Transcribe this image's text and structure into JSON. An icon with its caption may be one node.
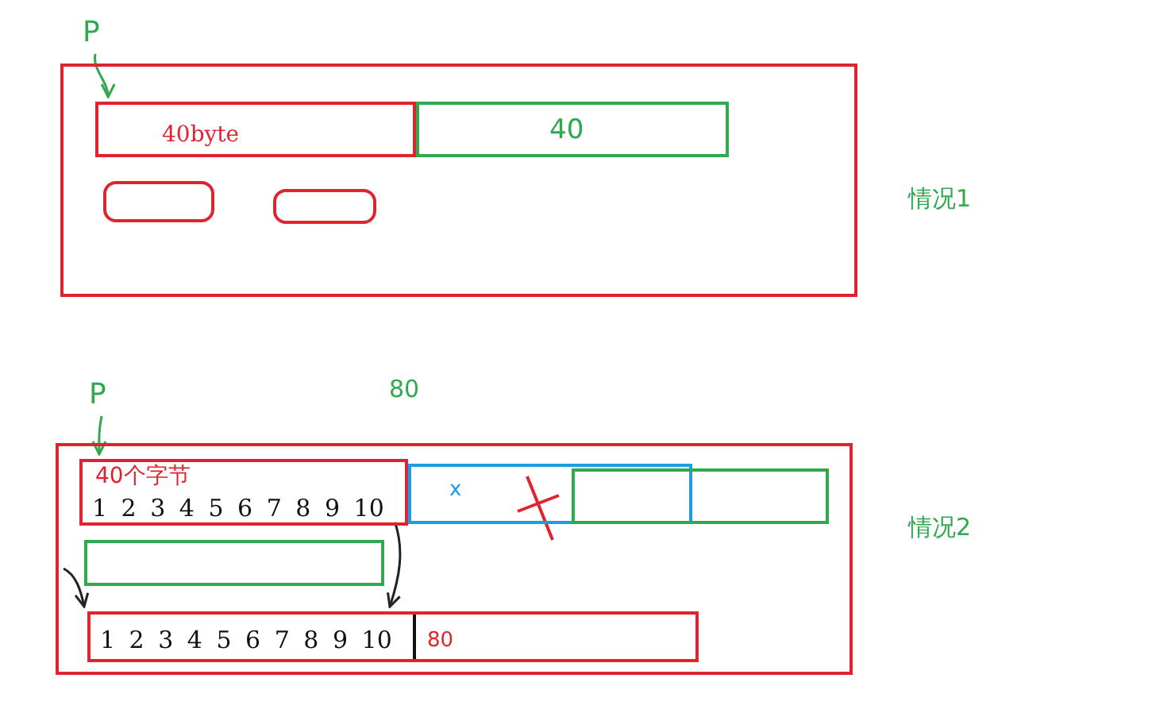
{
  "diagram": {
    "nodes": [
      {
        "text": [],
        "shape": "box",
        "beside": [
          "情况1"
        ]
      },
      {
        "text": [
          "40byte"
        ],
        "in": 0
      },
      {
        "text": [
          "40"
        ],
        "in": 0
      },
      {
        "text": [],
        "shape": "box",
        "in": 0
      },
      {
        "text": [],
        "shape": "box",
        "in": 0
      },
      {
        "text": [
          "P"
        ]
      },
      {
        "text": [],
        "shape": "box",
        "beside": [
          "情况2"
        ]
      },
      {
        "text": [
          "40个字节",
          "1 2 3 4 5 6 7 8 9 10"
        ],
        "in": 6
      },
      {
        "text": [
          "x"
        ],
        "in": 6
      },
      {
        "text": [],
        "shape": "box",
        "in": 6
      },
      {
        "text": [],
        "shape": "box",
        "in": 6
      },
      {
        "text": [
          "1 2 3 4 5 6 7 8 9 10",
          "80"
        ],
        "in": 6
      },
      {
        "text": [
          "P"
        ]
      }
    ],
    "edges": [
      {
        "from": 5,
        "to": 1,
        "arrow": "to",
        "color": "#2fa84f"
      },
      {
        "from": 12,
        "to": 7,
        "arrow": "to",
        "color": "#2fa84f"
      },
      {
        "from": 7,
        "to": 11,
        "arrow": "to",
        "color": "#222222"
      },
      {
        "from": null,
        "to": 11,
        "arrow": "to",
        "color": "#222222"
      }
    ],
    "labels": [
      "80"
    ]
  }
}
